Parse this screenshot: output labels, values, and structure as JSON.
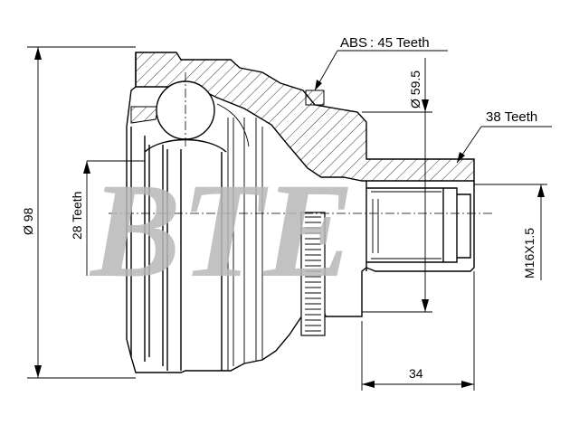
{
  "diagram": {
    "abs_label": "ABS : 45 Teeth",
    "abs_prefix": "ABS",
    "abs_value": ": 45 Teeth",
    "outer_diameter": "Ø 98",
    "inner_teeth": "28 Teeth",
    "seal_diameter": "Ø 59.5",
    "outer_teeth": "38 Teeth",
    "thread": "M16X1.5",
    "shaft_length": "34",
    "watermark": "BTE"
  }
}
